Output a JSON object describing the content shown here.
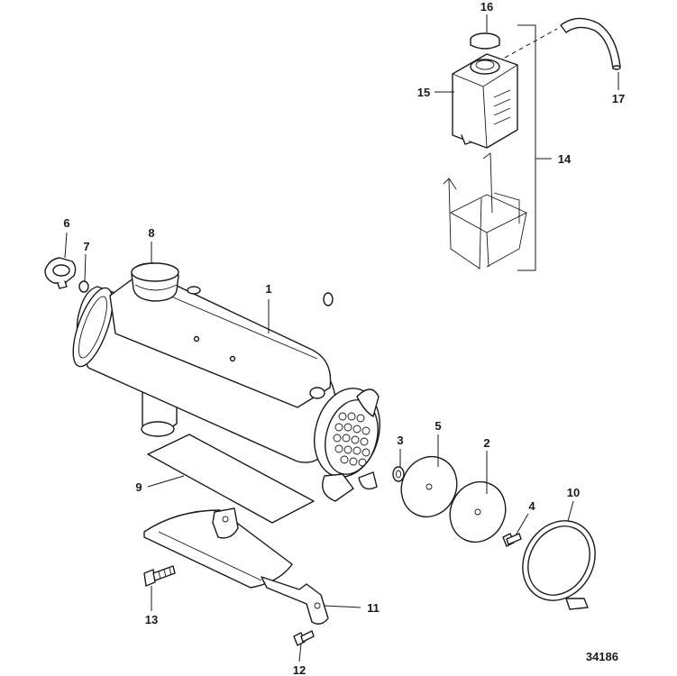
{
  "figure_number": "34186",
  "callouts": [
    {
      "id": "1",
      "label": "1"
    },
    {
      "id": "2",
      "label": "2"
    },
    {
      "id": "3",
      "label": "3"
    },
    {
      "id": "4",
      "label": "4"
    },
    {
      "id": "5",
      "label": "5"
    },
    {
      "id": "6",
      "label": "6"
    },
    {
      "id": "7",
      "label": "7"
    },
    {
      "id": "8",
      "label": "8"
    },
    {
      "id": "9",
      "label": "9"
    },
    {
      "id": "10",
      "label": "10"
    },
    {
      "id": "11",
      "label": "11"
    },
    {
      "id": "12",
      "label": "12"
    },
    {
      "id": "13",
      "label": "13"
    },
    {
      "id": "14",
      "label": "14"
    },
    {
      "id": "15",
      "label": "15"
    },
    {
      "id": "16",
      "label": "16"
    },
    {
      "id": "17",
      "label": "17"
    }
  ]
}
